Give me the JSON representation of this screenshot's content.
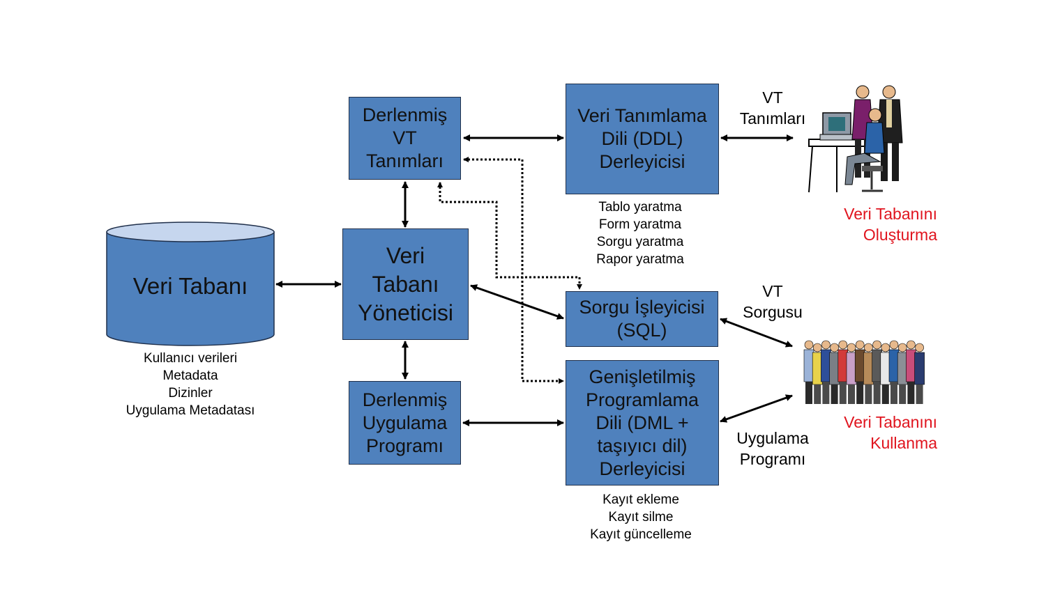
{
  "database": {
    "title": "Veri Tabanı",
    "notes": [
      "Kullanıcı verileri",
      "Metadata",
      "Dizinler",
      "Uygulama Metadatası"
    ]
  },
  "boxes": {
    "compiled_defs": [
      "Derlenmiş",
      "VT",
      "Tanımları"
    ],
    "ddl_compiler": [
      "Veri Tanımlama",
      "Dili (DDL)",
      "Derleyicisi"
    ],
    "db_manager": [
      "Veri",
      "Tabanı",
      "Yöneticisi"
    ],
    "query_processor": [
      "Sorgu İşleyicisi",
      "(SQL)"
    ],
    "compiled_app": [
      "Derlenmiş",
      "Uygulama",
      "Programı"
    ],
    "dml_compiler": [
      "Genişletilmiş",
      "Programlama",
      "Dili (DML +",
      "taşıyıcı dil)",
      "Derleyicisi"
    ]
  },
  "captions": {
    "ddl": [
      "Tablo yaratma",
      "Form yaratma",
      "Sorgu yaratma",
      "Rapor yaratma"
    ],
    "dml": [
      "Kayıt ekleme",
      "Kayıt silme",
      "Kayıt güncelleme"
    ]
  },
  "labels": {
    "vt_definitions": [
      "VT",
      "Tanımları"
    ],
    "vt_query": [
      "VT",
      "Sorgusu"
    ],
    "app_program": [
      "Uygulama",
      "Programı"
    ]
  },
  "red_labels": {
    "create_db": [
      "Veri Tabanını",
      "Oluşturma"
    ],
    "use_db": [
      "Veri Tabanını",
      "Kullanma"
    ]
  },
  "colors": {
    "box_fill": "#4f81bd",
    "accent_red": "#e0141e",
    "cylinder_top": "#c6d6ee"
  }
}
